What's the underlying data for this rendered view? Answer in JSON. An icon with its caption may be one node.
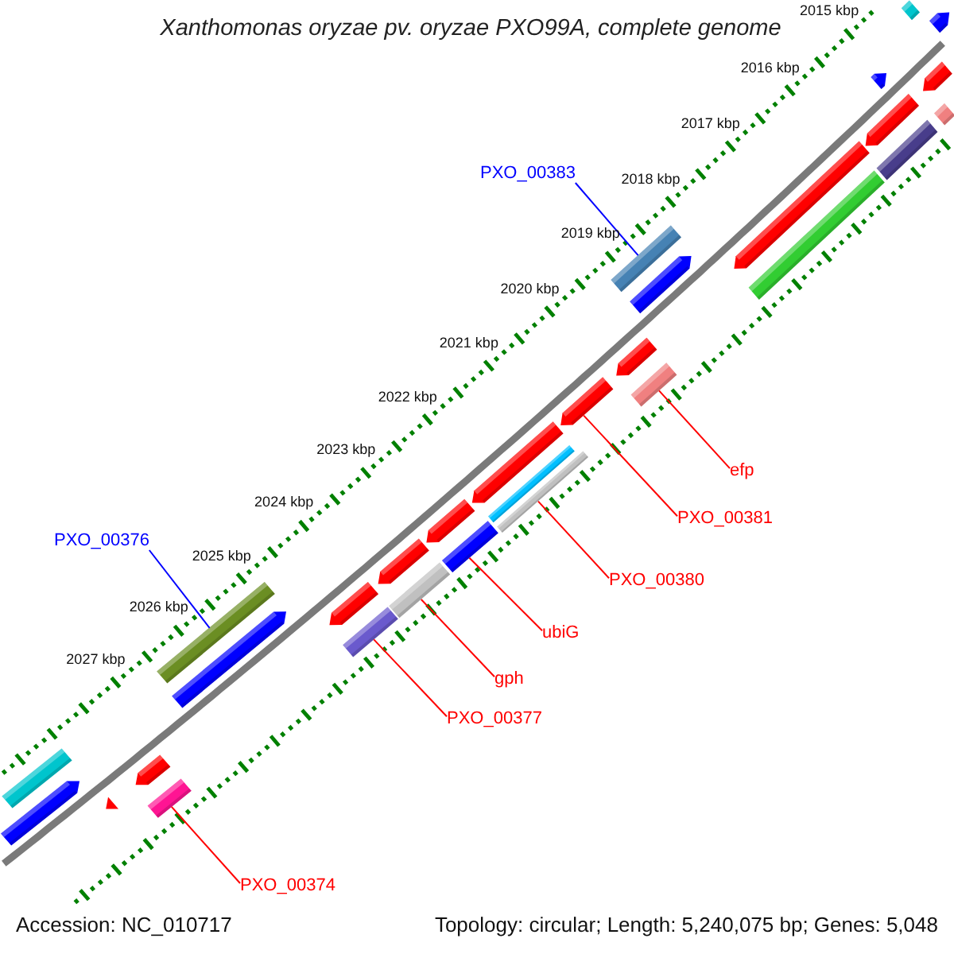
{
  "diagram": {
    "title": "Xanthomonas oryzae pv. oryzae PXO99A, complete genome",
    "nodes": [
      {
        "text": [
          "PXO_00383"
        ]
      },
      {
        "text": [],
        "shape": "bar"
      },
      {
        "text": [
          "PXO_00376"
        ]
      },
      {
        "text": [],
        "shape": "bar"
      },
      {
        "text": [
          "efp"
        ]
      },
      {
        "text": [],
        "shape": "bar"
      },
      {
        "text": [
          "PXO_00381"
        ]
      },
      {
        "text": [],
        "shape": "bar"
      },
      {
        "text": [
          "PXO_00380"
        ]
      },
      {
        "text": [],
        "shape": "bar"
      },
      {
        "text": [
          "ubiG"
        ]
      },
      {
        "text": [],
        "shape": "bar"
      },
      {
        "text": [
          "gph"
        ]
      },
      {
        "text": [],
        "shape": "bar"
      },
      {
        "text": [
          "PXO_00377"
        ]
      },
      {
        "text": [],
        "shape": "bar"
      },
      {
        "text": [
          "PXO_00374"
        ]
      },
      {
        "text": [],
        "shape": "bar"
      },
      {
        "text": [],
        "shape": "bar"
      },
      {
        "text": [],
        "shape": "bar"
      },
      {
        "text": [],
        "shape": "bar"
      },
      {
        "text": [],
        "shape": "bar"
      },
      {
        "text": [],
        "shape": "bar"
      },
      {
        "text": [],
        "shape": "bar"
      },
      {
        "text": [],
        "shape": "bar"
      },
      {
        "text": [],
        "shape": "bar"
      },
      {
        "text": [],
        "shape": "bar"
      },
      {
        "text": [],
        "shape": "bar"
      },
      {
        "text": [],
        "shape": "bar"
      },
      {
        "text": [],
        "shape": "bar"
      },
      {
        "text": [],
        "shape": "bar"
      },
      {
        "text": [],
        "shape": "bar"
      },
      {
        "text": [],
        "shape": "bar"
      },
      {
        "text": [],
        "shape": "bar"
      },
      {
        "text": [],
        "shape": "bar"
      },
      {
        "text": [],
        "shape": "bar"
      },
      {
        "text": [],
        "shape": "bar"
      },
      {
        "text": [],
        "shape": "bar"
      },
      {
        "text": [],
        "shape": "bar"
      }
    ],
    "edges": [
      {
        "from": 0,
        "to": 1,
        "arrow": "none",
        "color": "#0000ff"
      },
      {
        "from": 2,
        "to": 3,
        "arrow": "none",
        "color": "#0000ff"
      },
      {
        "from": 4,
        "to": 5,
        "arrow": "none"
      },
      {
        "from": 6,
        "to": 7,
        "arrow": "none"
      },
      {
        "from": 8,
        "to": 9,
        "arrow": "none"
      },
      {
        "from": 10,
        "to": 11,
        "arrow": "none"
      },
      {
        "from": 12,
        "to": 13,
        "arrow": "none"
      },
      {
        "from": 14,
        "to": 15,
        "arrow": "none"
      },
      {
        "from": 16,
        "to": 17,
        "arrow": "none"
      }
    ],
    "labels": [
      "2015 kbp",
      "2016 kbp",
      "2017 kbp",
      "2018 kbp",
      "2019 kbp",
      "2020 kbp",
      "2021 kbp",
      "2022 kbp",
      "2023 kbp",
      "2024 kbp",
      "2025 kbp",
      "2026 kbp",
      "2027 kbp",
      "Accession: NC_010717",
      "Topology: circular; Length: 5,240,075 bp; Genes: 5,048"
    ]
  }
}
